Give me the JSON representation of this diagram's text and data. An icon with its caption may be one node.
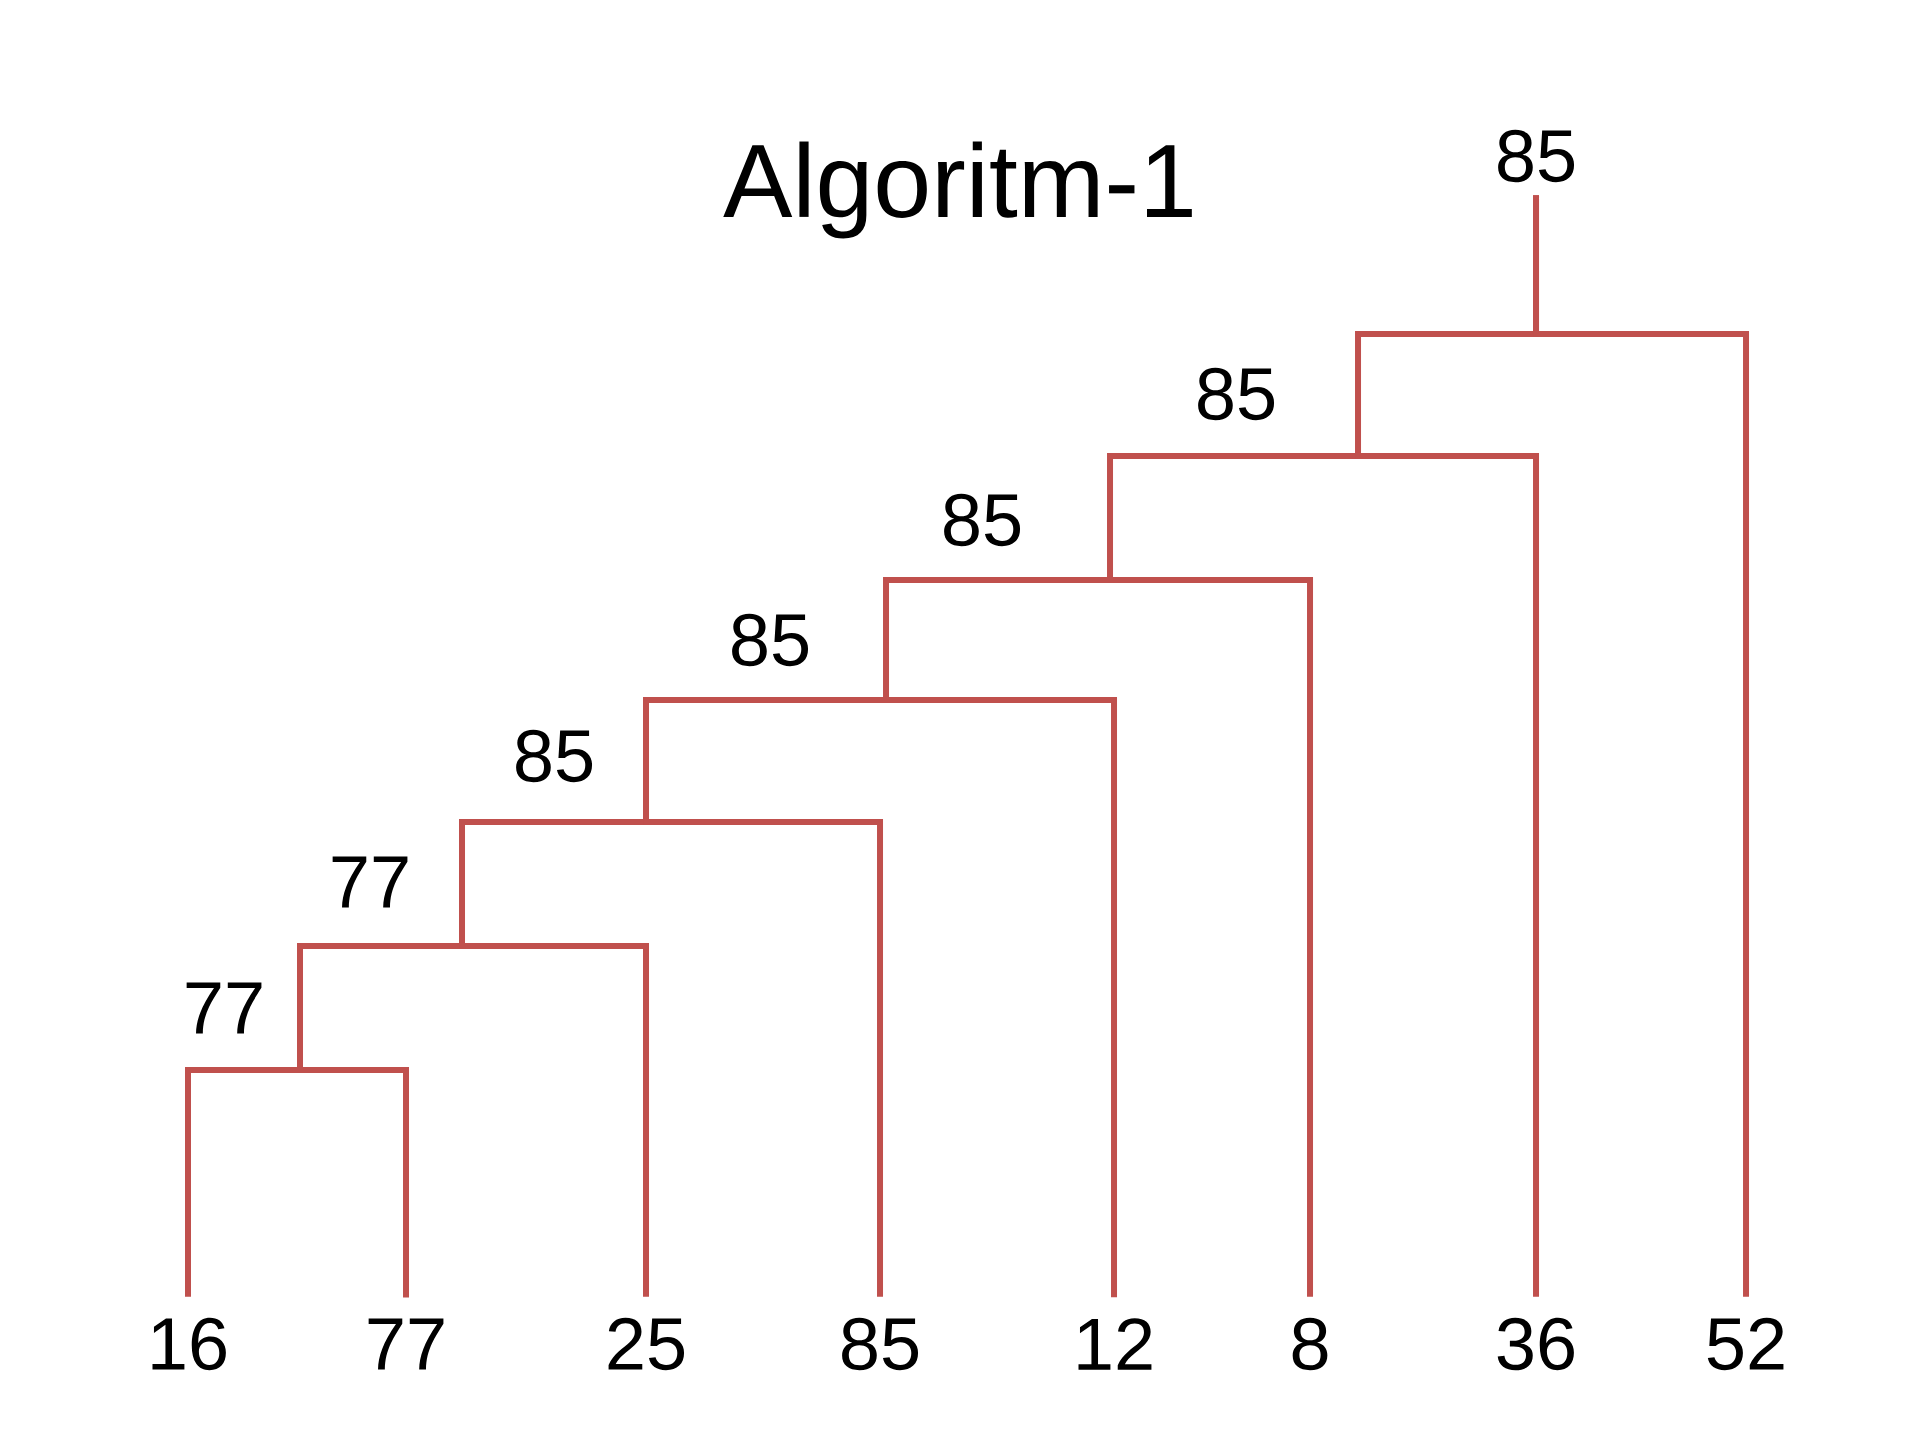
{
  "diagram": {
    "title": "Algoritm-1",
    "nodes": [
      {
        "text": [
          "85"
        ]
      },
      {
        "text": [
          "85"
        ]
      },
      {
        "text": [
          "85"
        ]
      },
      {
        "text": [
          "85"
        ]
      },
      {
        "text": [
          "85"
        ]
      },
      {
        "text": [
          "77"
        ]
      },
      {
        "text": [
          "77"
        ]
      },
      {
        "text": [
          "16"
        ]
      },
      {
        "text": [
          "77"
        ]
      },
      {
        "text": [
          "25"
        ]
      },
      {
        "text": [
          "85"
        ]
      },
      {
        "text": [
          "12"
        ]
      },
      {
        "text": [
          "8"
        ]
      },
      {
        "text": [
          "36"
        ]
      },
      {
        "text": [
          "52"
        ]
      }
    ],
    "edges": [
      {
        "from": 0,
        "to": 1,
        "arrow": "none"
      },
      {
        "from": 0,
        "to": 14,
        "arrow": "none"
      },
      {
        "from": 1,
        "to": 2,
        "arrow": "none"
      },
      {
        "from": 1,
        "to": 13,
        "arrow": "none"
      },
      {
        "from": 2,
        "to": 3,
        "arrow": "none"
      },
      {
        "from": 2,
        "to": 12,
        "arrow": "none"
      },
      {
        "from": 3,
        "to": 4,
        "arrow": "none"
      },
      {
        "from": 3,
        "to": 11,
        "arrow": "none"
      },
      {
        "from": 4,
        "to": 5,
        "arrow": "none"
      },
      {
        "from": 4,
        "to": 10,
        "arrow": "none"
      },
      {
        "from": 5,
        "to": 6,
        "arrow": "none"
      },
      {
        "from": 5,
        "to": 9,
        "arrow": "none"
      },
      {
        "from": 6,
        "to": 7,
        "arrow": "none"
      },
      {
        "from": 6,
        "to": 8,
        "arrow": "none"
      }
    ]
  }
}
